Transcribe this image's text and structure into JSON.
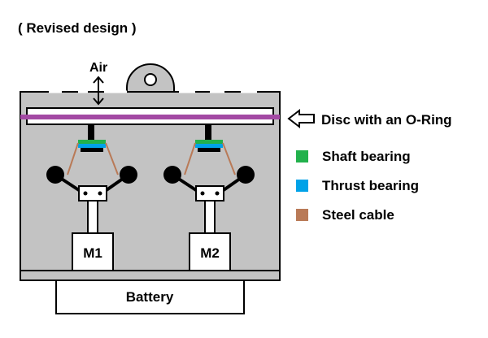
{
  "title": "( Revised design )",
  "air_label": "Air",
  "disc_label": "Disc with an O-Ring",
  "legend": [
    {
      "label": "Shaft bearing",
      "color": "#22b14c"
    },
    {
      "label": "Thrust bearing",
      "color": "#00a2e8"
    },
    {
      "label": "Steel cable",
      "color": "#b97a57"
    }
  ],
  "motors": [
    {
      "label": "M1"
    },
    {
      "label": "M2"
    }
  ],
  "battery_label": "Battery",
  "colors": {
    "housing": "#c3c3c3",
    "o_ring": "#a349a4",
    "shaft_bearing": "#22b14c",
    "thrust_bearing": "#00a2e8",
    "steel_cable": "#b97a57",
    "outline": "#000000"
  },
  "icons": [
    "double-arrow-icon",
    "hollow-arrow-icon",
    "knob-icon"
  ]
}
